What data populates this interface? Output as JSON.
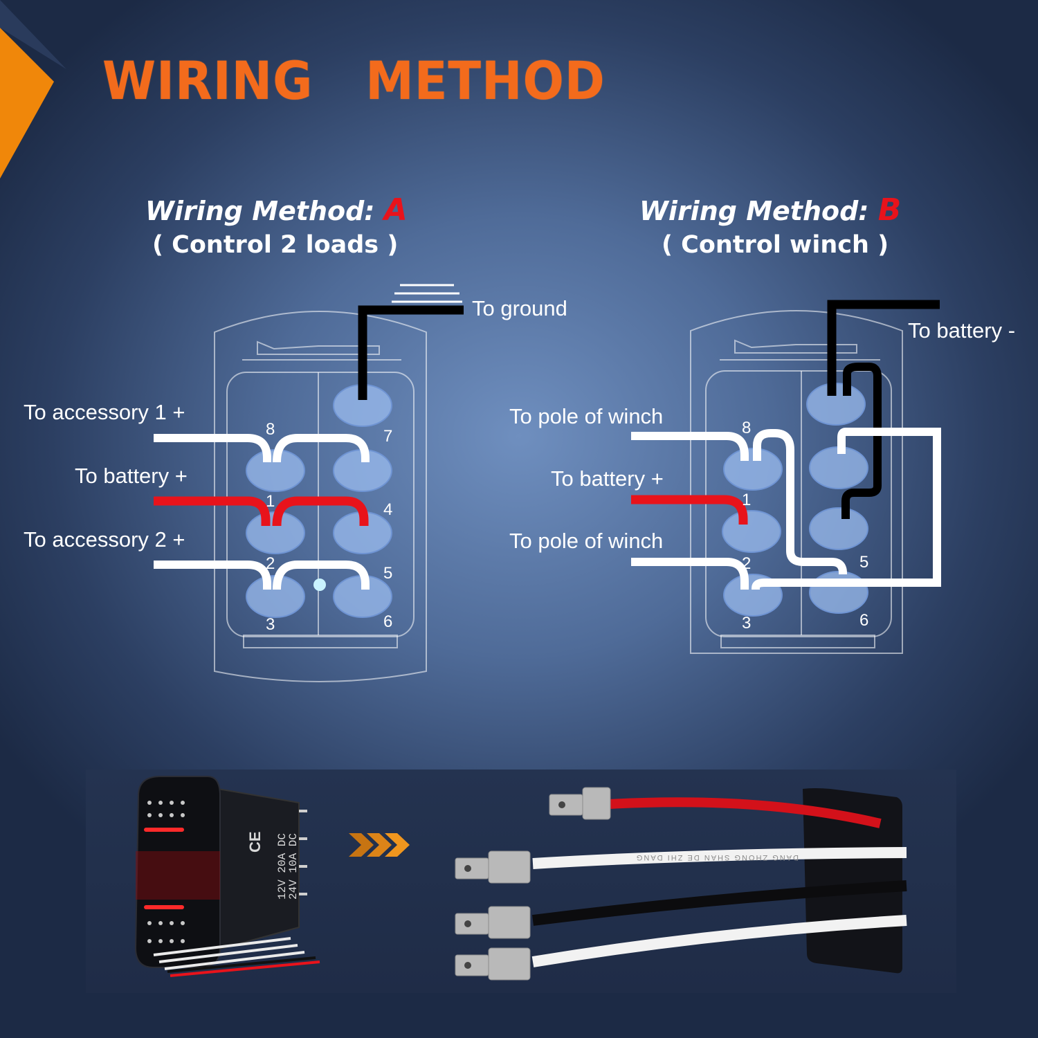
{
  "title": "WIRING   METHOD",
  "method_a": {
    "heading": "Wiring Method:",
    "letter": "A",
    "subtitle": "( Control 2 loads )",
    "labels": {
      "ground": "To ground",
      "accessory1": "To accessory 1 +",
      "battery": "To battery +",
      "accessory2": "To accessory 2 +"
    },
    "pins": [
      "8",
      "7",
      "1",
      "4",
      "2",
      "5",
      "3",
      "6"
    ]
  },
  "method_b": {
    "heading": "Wiring Method:",
    "letter": "B",
    "subtitle": "( Control winch )",
    "labels": {
      "battery_neg": "To battery -",
      "pole1": "To pole of winch",
      "battery_pos": "To battery +",
      "pole2": "To pole of winch"
    },
    "pins": [
      "8",
      "1",
      "2",
      "5",
      "3",
      "6"
    ]
  },
  "photo": {
    "switch_rating_line1": "12V 20A DC",
    "switch_rating_line2": "24V 10A DC",
    "ce_mark": "CE",
    "cable_print": "DANG ZHONG SHAN DE ZHI DANG"
  },
  "colors": {
    "title_orange": "#f36b1c",
    "wire_red": "#e8131b",
    "wire_white": "#ffffff",
    "wire_black": "#000000",
    "terminal_blue": "#8fb2e8"
  }
}
